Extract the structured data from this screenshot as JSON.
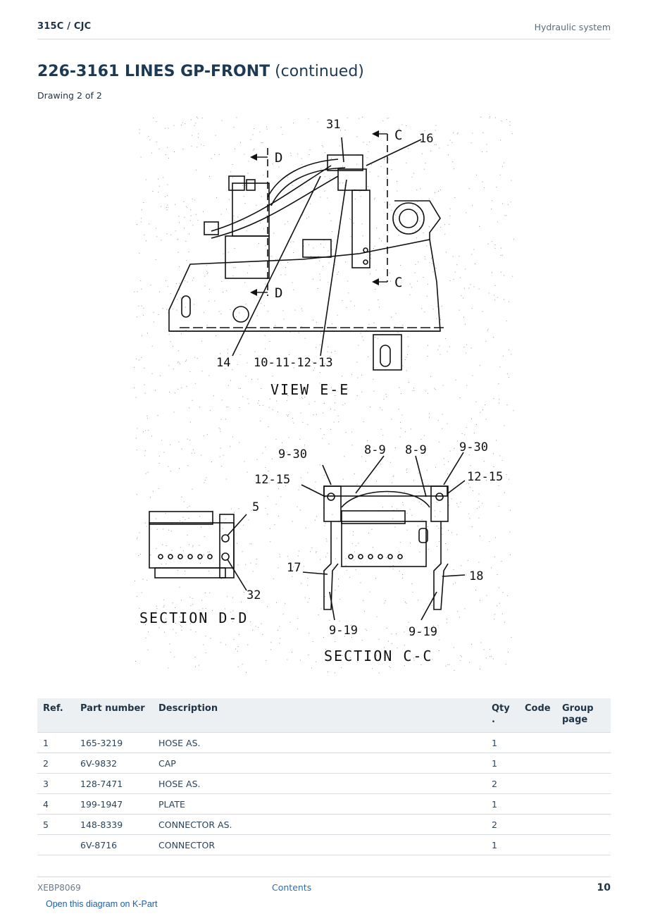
{
  "header": {
    "model": "315C  /  CJC",
    "section": "Hydraulic system"
  },
  "title": {
    "bold": "226-3161 LINES GP-FRONT",
    "suffix": " (continued)"
  },
  "subtitle": "Drawing 2 of 2",
  "drawing": {
    "labels": {
      "l31": "31",
      "lC_top": "C",
      "l16": "16",
      "lD_top": "D",
      "lC_bot": "C",
      "lD_bot": "D",
      "l14": "14",
      "l10_13": "10-11-12-13",
      "view_ee": "VIEW E-E",
      "l9_30a": "9-30",
      "l8_9a": "8-9",
      "l8_9b": "8-9",
      "l9_30b": "9-30",
      "l12_15a": "12-15",
      "l12_15b": "12-15",
      "l5": "5",
      "l17": "17",
      "l18": "18",
      "l32": "32",
      "section_dd": "SECTION D-D",
      "l9_19a": "9-19",
      "l9_19b": "9-19",
      "section_cc": "SECTION C-C"
    }
  },
  "table": {
    "headers": {
      "ref": "Ref.",
      "part_number": "Part number",
      "description": "Description",
      "qty": "Qty\n.",
      "code": "Code",
      "group_page": "Group\npage"
    },
    "rows": [
      {
        "ref": "1",
        "part_number": "165-3219",
        "description": "HOSE AS.",
        "qty": "1",
        "code": "",
        "group_page": ""
      },
      {
        "ref": "2",
        "part_number": "6V-9832",
        "description": "CAP",
        "qty": "1",
        "code": "",
        "group_page": ""
      },
      {
        "ref": "3",
        "part_number": "128-7471",
        "description": "HOSE AS.",
        "qty": "2",
        "code": "",
        "group_page": ""
      },
      {
        "ref": "4",
        "part_number": "199-1947",
        "description": "PLATE",
        "qty": "1",
        "code": "",
        "group_page": ""
      },
      {
        "ref": "5",
        "part_number": "148-8339",
        "description": "CONNECTOR AS.",
        "qty": "2",
        "code": "",
        "group_page": ""
      },
      {
        "ref": "",
        "part_number": "6V-8716",
        "description": "CONNECTOR",
        "qty": "1",
        "code": "",
        "group_page": ""
      }
    ]
  },
  "footer": {
    "doc_id": "XEBP8069",
    "contents_link": "Contents",
    "page": "10"
  },
  "kpart_link": "Open this diagram on K-Part"
}
